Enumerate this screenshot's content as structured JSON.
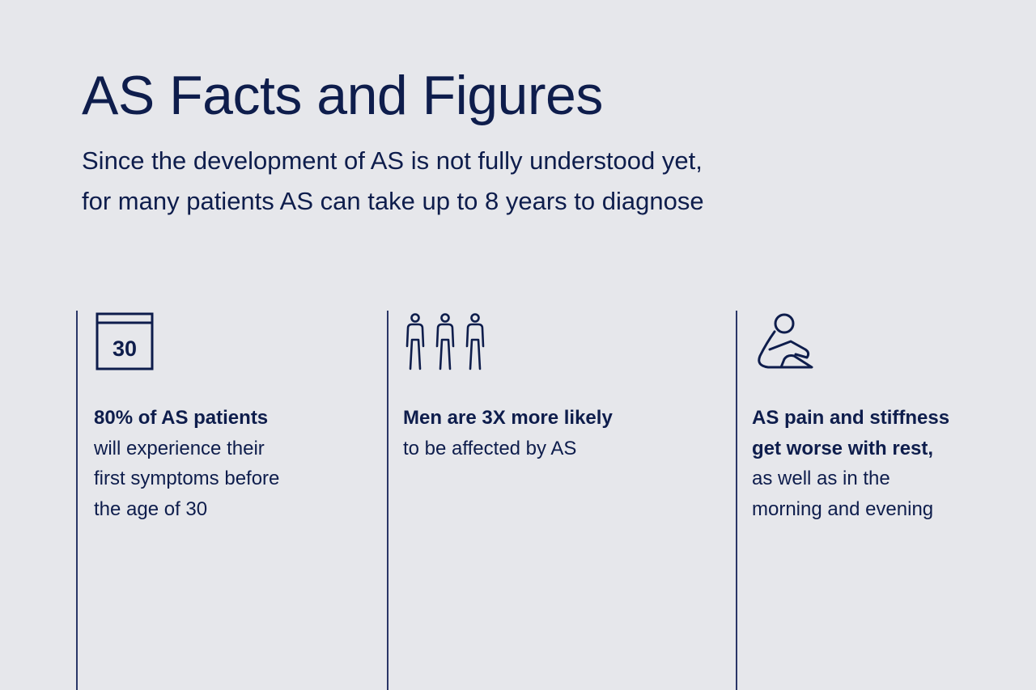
{
  "header": {
    "title": "AS Facts and Figures",
    "subtitle_lines": [
      "Since the development of AS is not fully understood yet,",
      "for many patients AS can take up to 8 years to diagnose"
    ]
  },
  "facts": [
    {
      "icon": "calendar-icon",
      "icon_text": "30",
      "bold_lines": [
        "80% of AS patients"
      ],
      "lines": [
        "will experience their",
        "first symptoms before",
        "the age of 30"
      ]
    },
    {
      "icon": "people-icon",
      "bold_lines": [
        "Men are 3X more likely"
      ],
      "lines": [
        "to be affected by AS"
      ]
    },
    {
      "icon": "sitting-person-icon",
      "bold_lines": [
        "AS pain and stiffness",
        "get worse with rest,"
      ],
      "lines": [
        "as well as in the",
        "morning and evening"
      ]
    }
  ],
  "colors": {
    "background": "#e6e7eb",
    "text": "#0e1d4c",
    "divider": "#2a3667"
  }
}
